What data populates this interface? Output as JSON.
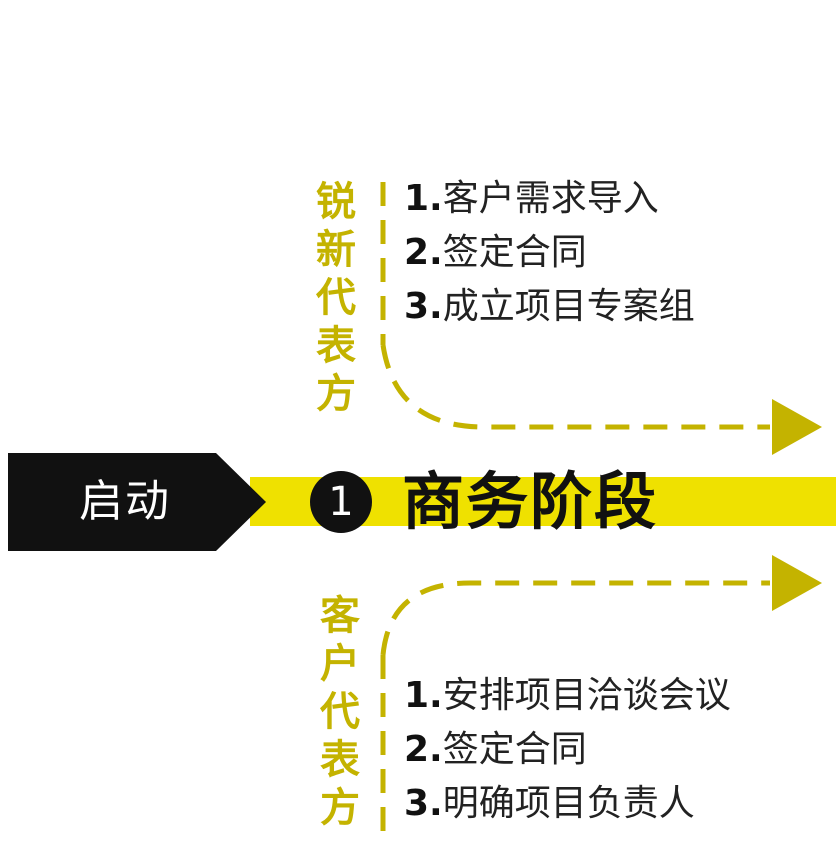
{
  "start": {
    "label": "启动"
  },
  "stage": {
    "number": "1",
    "title": "商务阶段"
  },
  "top_branch": {
    "label": "锐新代表方",
    "items": [
      {
        "num": "1.",
        "text": "客户需求导入"
      },
      {
        "num": "2.",
        "text": "签定合同"
      },
      {
        "num": "3.",
        "text": "成立项目专案组"
      }
    ]
  },
  "bottom_branch": {
    "label": "客户代表方",
    "items": [
      {
        "num": "1.",
        "text": "安排项目洽谈会议"
      },
      {
        "num": "2.",
        "text": "签定合同"
      },
      {
        "num": "3.",
        "text": "明确项目负责人"
      }
    ]
  },
  "colors": {
    "band": "#efe100",
    "dashed_accent": "#c4b300",
    "dark": "#111111"
  }
}
